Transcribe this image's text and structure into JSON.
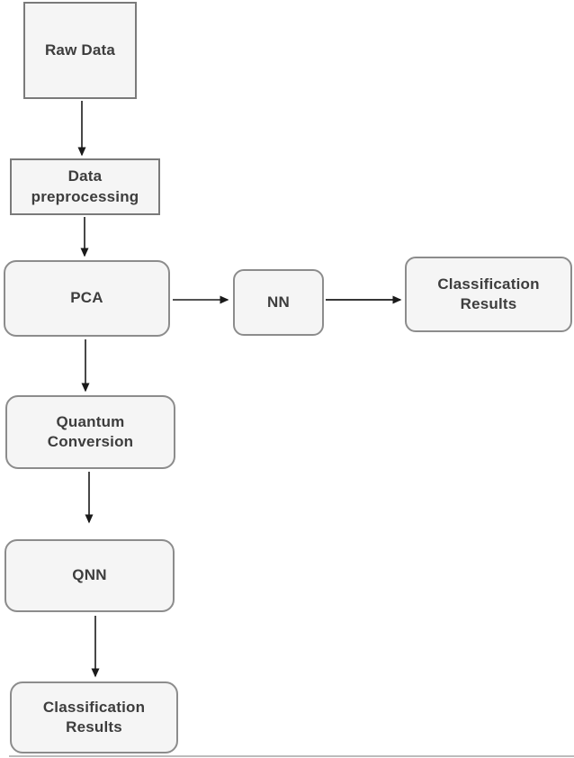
{
  "diagram": {
    "title": "QNN classification pipeline flowchart",
    "colors": {
      "background": "#ffffff",
      "node_fill": "#f5f5f5",
      "node_border": "#8c8c8c",
      "node_border_sharp": "#7a7a7a",
      "text": "#3d3d3d",
      "arrow": "#1a1a1a",
      "bottom_rule": "#bcbcbc"
    },
    "nodes": [
      {
        "id": "raw-data",
        "label": "Raw Data",
        "shape": "rect"
      },
      {
        "id": "data-preprocessing",
        "label": "Data preprocessing",
        "shape": "rect"
      },
      {
        "id": "pca",
        "label": "PCA",
        "shape": "rounded"
      },
      {
        "id": "nn",
        "label": "NN",
        "shape": "rounded"
      },
      {
        "id": "cr-top",
        "label": "Classification Results",
        "shape": "rounded"
      },
      {
        "id": "quantum-conversion",
        "label": "Quantum Conversion",
        "shape": "rounded"
      },
      {
        "id": "qnn",
        "label": "QNN",
        "shape": "rounded"
      },
      {
        "id": "cr-bottom",
        "label": "Classification Results",
        "shape": "rounded"
      }
    ],
    "edges": [
      {
        "from": "raw-data",
        "to": "data-preprocessing",
        "direction": "down"
      },
      {
        "from": "data-preprocessing",
        "to": "pca",
        "direction": "down"
      },
      {
        "from": "pca",
        "to": "nn",
        "direction": "right"
      },
      {
        "from": "nn",
        "to": "cr-top",
        "direction": "right"
      },
      {
        "from": "pca",
        "to": "quantum-conversion",
        "direction": "down"
      },
      {
        "from": "quantum-conversion",
        "to": "qnn",
        "direction": "down"
      },
      {
        "from": "qnn",
        "to": "cr-bottom",
        "direction": "down"
      }
    ]
  }
}
